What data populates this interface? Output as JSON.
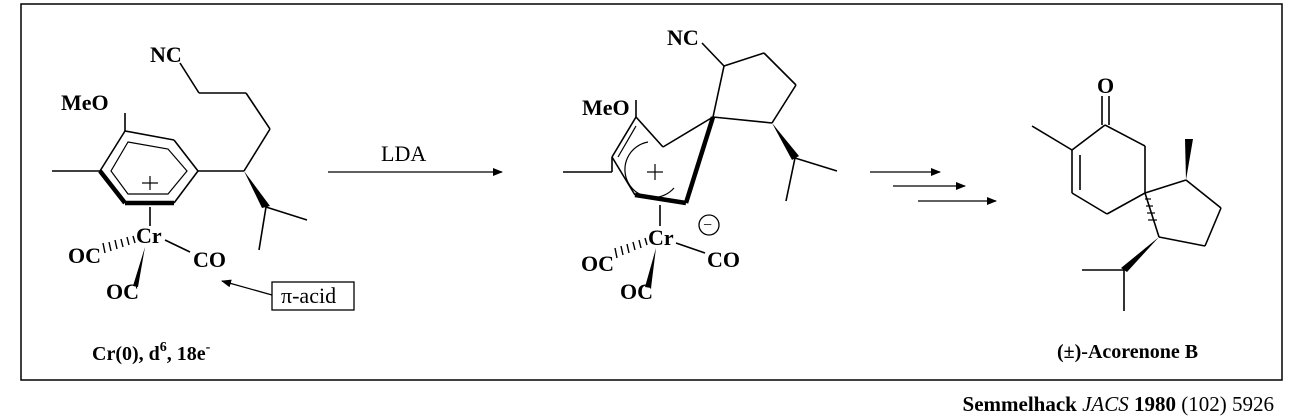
{
  "scheme": {
    "reagent_label": "LDA",
    "start_material": {
      "nitrile_label": "NC",
      "methoxy_label": "MeO",
      "metal_label": "Cr",
      "carbonyl_labels": [
        "OC",
        "CO",
        "OC"
      ],
      "annotation_label": "π-acid",
      "caption": {
        "prefix": "Cr(0), d",
        "d_electrons": "6",
        "middle": ", 18e",
        "charge": "-"
      }
    },
    "intermediate": {
      "nitrile_label": "NC",
      "methoxy_label": "MeO",
      "metal_label": "Cr",
      "carbonyl_labels": [
        "OC",
        "CO",
        "OC"
      ],
      "charge_symbol": "−"
    },
    "product": {
      "oxygen_label": "O",
      "name": "(±)-Acorenone B"
    }
  },
  "citation": {
    "author": "Semmelhack",
    "journal": "JACS",
    "year": "1980",
    "volume": "(102)",
    "page": "5926"
  }
}
